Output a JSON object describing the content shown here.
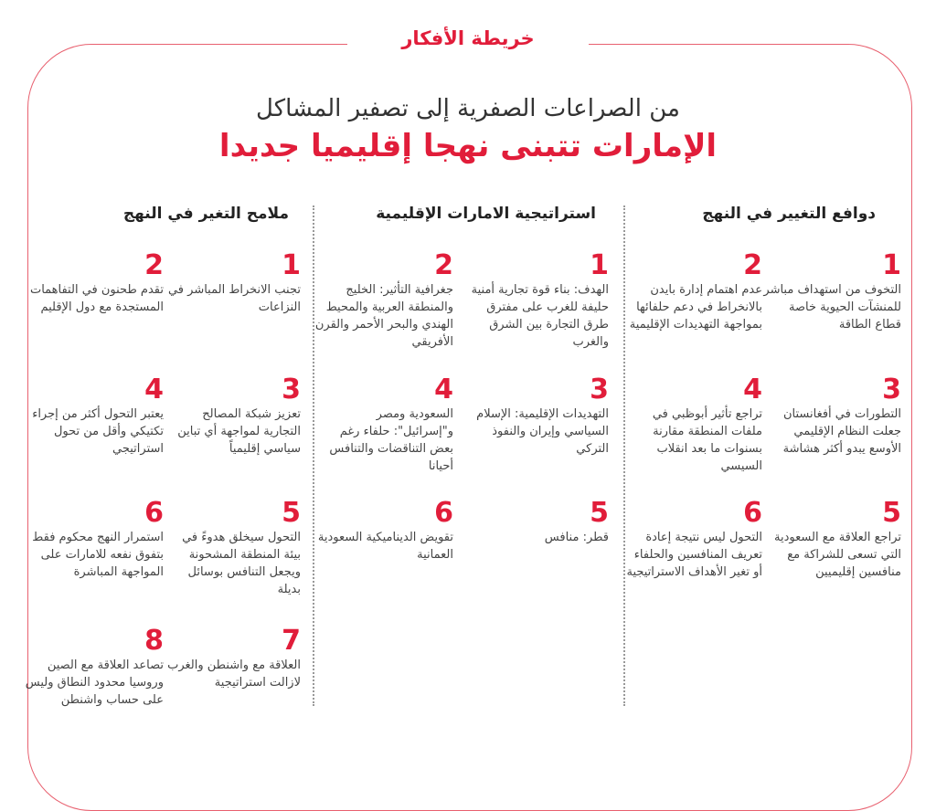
{
  "brand": "خريطة الأفكار",
  "subtitle": "من الصراعات الصفرية إلى تصفير المشاكل",
  "title": "الإمارات تتبنى نهجا إقليميا جديدا",
  "colors": {
    "accent": "#e11d3a",
    "text": "#3a3a3a"
  },
  "columns": [
    {
      "heading": "دوافع التغيير في النهج",
      "items": [
        {
          "num": "1",
          "text": "التخوف من استهداف مباشر للمنشآت الحيوية خاصة قطاع الطاقة"
        },
        {
          "num": "2",
          "text": "عدم اهتمام إدارة بايدن بالانخراط في دعم حلفائها بمواجهة التهديدات الإقليمية"
        },
        {
          "num": "3",
          "text": "التطورات في أفغانستان جعلت النظام الإقليمي الأوسع يبدو أكثر هشاشة"
        },
        {
          "num": "4",
          "text": "تراجع تأثير أبوظبي في ملفات المنطقة مقارنة بسنوات ما بعد انقلاب السيسي"
        },
        {
          "num": "5",
          "text": "تراجع العلاقة مع السعودية التي تسعى للشراكة مع منافسين إقليميين"
        },
        {
          "num": "6",
          "text": "التحول ليس نتيجة إعادة تعريف المنافسين والحلفاء أو تغير الأهداف الاستراتيجية"
        }
      ]
    },
    {
      "heading": "استراتيجية الامارات الإقليمية",
      "items": [
        {
          "num": "1",
          "text": "الهدف: بناء قوة تجارية أمنية حليفة للغرب على مفترق طرق التجارة بين الشرق والغرب"
        },
        {
          "num": "2",
          "text": "جغرافية التأثير: الخليج والمنطقة العربية والمحيط الهندي والبحر الأحمر والقرن الأفريقي"
        },
        {
          "num": "3",
          "text": "التهديدات الإقليمية: الإسلام السياسي وإيران والنفوذ التركي"
        },
        {
          "num": "4",
          "text": "السعودية ومصر و\"إسرائيل\": حلفاء رغم بعض التناقضات والتنافس أحيانا"
        },
        {
          "num": "5",
          "text": "قطر: منافس"
        },
        {
          "num": "6",
          "text": "تقويض الديناميكية السعودية العمانية"
        }
      ]
    },
    {
      "heading": "ملامح التغير في النهج",
      "items": [
        {
          "num": "1",
          "text": "تجنب الانخراط المباشر في النزاعات"
        },
        {
          "num": "2",
          "text": "تقدم طحنون في التفاهمات المستجدة مع دول الإقليم"
        },
        {
          "num": "3",
          "text": "تعزيز شبكة المصالح التجارية لمواجهة أي تباين سياسي إقليمياً"
        },
        {
          "num": "4",
          "text": "يعتبر التحول أكثر من إجراء تكتيكي وأقل من تحول استراتيجي"
        },
        {
          "num": "5",
          "text": "التحول سيخلق هدوءً في بيئة المنطقة المشحونة ويجعل التنافس بوسائل بديلة"
        },
        {
          "num": "6",
          "text": "استمرار النهج محكوم فقط بتفوق نفعه للامارات على المواجهة المباشرة"
        },
        {
          "num": "7",
          "text": "العلاقة مع واشنطن والغرب لازالت استراتيجية"
        },
        {
          "num": "8",
          "text": "تصاعد العلاقة مع الصين وروسيا محدود النطاق وليس على حساب واشنطن"
        }
      ]
    }
  ]
}
